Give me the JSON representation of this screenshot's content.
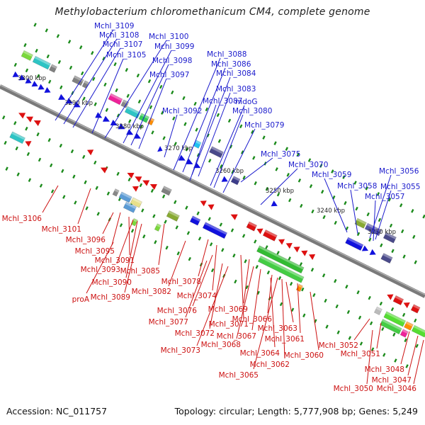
{
  "title": "Methylobacterium chloromethanicum CM4, complete genome",
  "footer": {
    "accession": "Accession: NC_011757",
    "topology": "Topology: circular; Length: 5,777,908 bp; Genes: 5,249"
  },
  "colors": {
    "top_label": "#1a1acc",
    "bottom_label": "#cc1111",
    "backbone": "#7a7a7a",
    "tick": "#1a8a1a"
  },
  "kbp_marks": [
    "3300 kbp",
    "3290 kbp",
    "3280 kbp",
    "3270 kbp",
    "3260 kbp",
    "3250 kbp",
    "3240 kbp",
    "3230 kbp"
  ],
  "top_labels": [
    "Mchl_3109",
    "Mchl_3108",
    "Mchl_3107",
    "Mchl_3105",
    "Mchl_3100",
    "Mchl_3099",
    "Mchl_3098",
    "Mchl_3097",
    "Mchl_3092",
    "Mchl_3088",
    "Mchl_3086",
    "Mchl_3084",
    "Mchl_3083",
    "Mchl_3087",
    "mdoG",
    "Mchl_3080",
    "Mchl_3079",
    "Mchl_3075",
    "Mchl_3070",
    "Mchl_3059",
    "Mchl_3058",
    "Mchl_3056",
    "Mchl_3055",
    "Mchl_3057"
  ],
  "bottom_labels": [
    "Mchl_3106",
    "Mchl_3101",
    "Mchl_3096",
    "Mchl_3095",
    "Mchl_3091",
    "Mchl_3093",
    "Mchl_3090",
    "Mchl_3089",
    "proA",
    "Mchl_3085",
    "Mchl_3082",
    "Mchl_3078",
    "Mchl_3074",
    "Mchl_3076",
    "Mchl_3077",
    "Mchl_3069",
    "Mchl_3071",
    "Mchl_3072",
    "Mchl_3073",
    "Mchl_3068",
    "Mchl_3067",
    "Mchl_3066",
    "Mchl_3063",
    "Mchl_3061",
    "Mchl_3064",
    "Mchl_3062",
    "Mchl_3065",
    "Mchl_3060",
    "Mchl_3052",
    "Mchl_3051",
    "Mchl_3050",
    "Mchl_3048",
    "Mchl_3047",
    "Mchl_3046"
  ]
}
